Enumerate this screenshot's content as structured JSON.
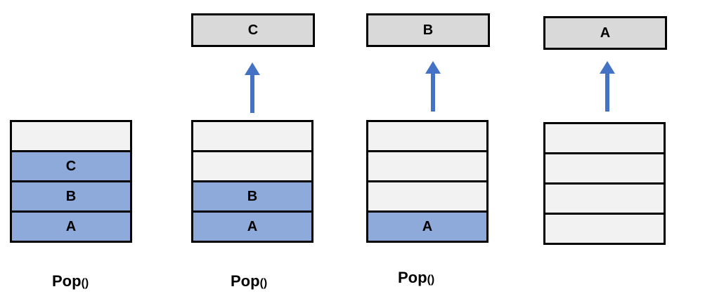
{
  "colors": {
    "filled": "#8eaadb",
    "empty": "#f2f2f2",
    "popped": "#d9d9d9",
    "arrow": "#4472c4"
  },
  "panels": [
    {
      "stack": [
        "",
        "C",
        "B",
        "A"
      ],
      "popped": null,
      "op_label": "Pop",
      "op_paren": "()"
    },
    {
      "stack": [
        "",
        "",
        "B",
        "A"
      ],
      "popped": "C",
      "op_label": "Pop",
      "op_paren": "()"
    },
    {
      "stack": [
        "",
        "",
        "",
        "A"
      ],
      "popped": "B",
      "op_label": "Pop",
      "op_paren": "()"
    },
    {
      "stack": [
        "",
        "",
        "",
        ""
      ],
      "popped": "A",
      "op_label": null,
      "op_paren": null
    }
  ]
}
